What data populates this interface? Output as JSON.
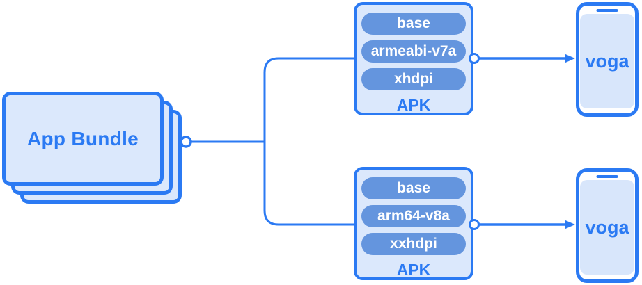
{
  "bundle": {
    "label": "App Bundle"
  },
  "apks": [
    {
      "modules": [
        "base",
        "armeabi-v7a",
        "xhdpi"
      ],
      "label": "APK",
      "device": "voga"
    },
    {
      "modules": [
        "base",
        "arm64-v8a",
        "xxhdpi"
      ],
      "label": "APK",
      "device": "voga"
    }
  ],
  "colors": {
    "accent": "#2b7af3",
    "pill_fill": "#6495de",
    "panel_fill": "#dbe8fc",
    "screen_fill": "#d8e6fb",
    "pill_text": "#ffffff"
  }
}
